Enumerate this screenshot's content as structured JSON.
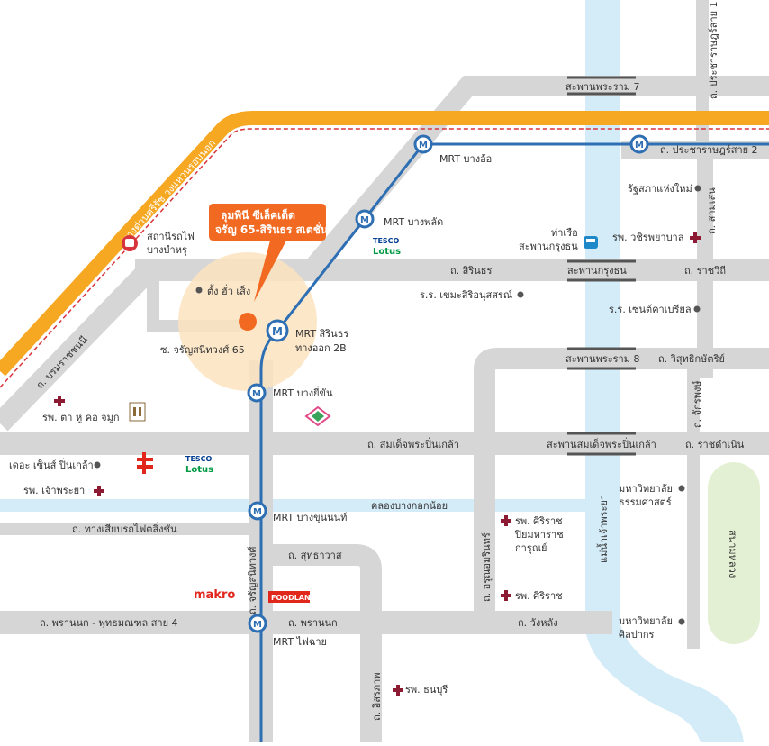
{
  "colors": {
    "road": "#d6d6d6",
    "river": "#d4ebf8",
    "canal": "#d4ebf8",
    "expressway": "#f7a823",
    "expressway_dash": "#d8343c",
    "mrt_line": "#2e6eb3",
    "mrt_station": "#2e6eb3",
    "site_marker": "#f26a21",
    "site_halo": "#fbe3bf",
    "hospital_cross": "#8b1a32",
    "park": "#e4f0d4",
    "bridge": "#555555"
  },
  "callout": {
    "line1": "ลุมพินี ซีเล็คเต็ด",
    "line2": "จรัญ 65-สิรินธร สเตชั่น"
  },
  "mrt_stations": {
    "bangor": "MRT บางอ้อ",
    "bangphlat": "MRT บางพลัด",
    "sirindhorn": "MRT สิรินธร",
    "sirindhorn_exit": "ทางออก 2B",
    "bangyikhan": "MRT บางยี่ขัน",
    "bangkhunnon": "MRT บางขุนนนท์",
    "faichai": "MRT ไฟฉาย",
    "pracharat_station_icon": "mrt-icon"
  },
  "roads": {
    "expressway": "ทางด่วนศรีรัช วงแหวนรอบนอก",
    "pracharat_sai2": "ถ. ประชาราษฎร์สาย 2",
    "pracharat_sai1": "ถ. ประชาราษฎร์สาย 1",
    "samsen": "ถ. สามเสน",
    "sirindhorn": "ถ. สิรินธร",
    "ratchawithi": "ถ. ราชวิถี",
    "borommaratchachonnani": "ถ. บรมราชชนนี",
    "wisutkasat": "ถ. วิสุทธิกษัตริย์",
    "chakkraphong": "ถ. จักรพงษ์",
    "somdetphrapinklao": "ถ. สมเด็จพระปิ่นเกล้า",
    "ratchadamnoen": "ถ. ราชดำเนิน",
    "tang_rotfai": "ถ. ทางเสียบรถไฟตลิ่งชัน",
    "sutthawat": "ถ. สุทธาวาส",
    "charansanitwong": "ถ. จรัญสนิทวงศ์",
    "arun_amarin": "ถ. อรุณอมรินทร์",
    "phrannok_phutthamonthon": "ถ. พรานนก - พุทธมณฑล สาย 4",
    "phrannok": "ถ. พรานนก",
    "wanglang": "ถ. วังหลัง",
    "itsaraphap": "ถ. อิสรภาพ",
    "charan_soi65": "ซ. จรัญสนิทวงศ์ 65"
  },
  "bridges": {
    "rama7": "สะพานพระราม 7",
    "krungthon": "สะพานกรุงธน",
    "rama8": "สะพานพระราม 8",
    "pinklao": "สะพานสมเด็จพระปิ่นเกล้า"
  },
  "water": {
    "chao_phraya": "แม่น้ำเจ้าพระยา",
    "khlong_bangkok_noi": "คลองบางกอกน้อย"
  },
  "places": {
    "bang_bamru_station": "สถานีรถไฟ",
    "bang_bamru_station_2": "บางบำหรุ",
    "tang_hua_seng": "ตั้ง ฮั่ว เส็ง",
    "parliament": "รัฐสภาแห่งใหม่",
    "vajira_hospital": "รพ. วชิรพยาบาล",
    "pier": "ท่าเรือ",
    "pier_2": "สะพานกรุงธน",
    "school_khemasiri": "ร.ร. เขมะสิริอนุสสรณ์",
    "school_st_gabriel": "ร.ร. เซนต์คาเบรียล",
    "hospital_kasemrad": "รพ. ตา หู คอ จมูก",
    "the_central_pinklao": "เดอะ เซ็นส์ ปิ่นเกล้า",
    "hospital_chaophraya": "รพ. เจ้าพระยา",
    "hospital_siriraj_piyamaharat": "รพ. ศิริราช",
    "hospital_siriraj_piyamaharat_2": "ปิยมหาราช",
    "hospital_siriraj_piyamaharat_3": "การุณย์",
    "hospital_siriraj": "รพ. ศิริราช",
    "hospital_thonburi": "รพ. ธนบุรี",
    "thammasat": "มหาวิทยาลัย",
    "thammasat_2": "ธรรมศาสตร์",
    "silpakorn": "มหาวิทยาลัย",
    "silpakorn_2": "ศิลปากร",
    "sanam_luang": "สนามหลวง"
  },
  "brands": {
    "tesco": "TESCO",
    "lotus": "Lotus",
    "makro": "makro",
    "foodland": "FOODLAND"
  }
}
